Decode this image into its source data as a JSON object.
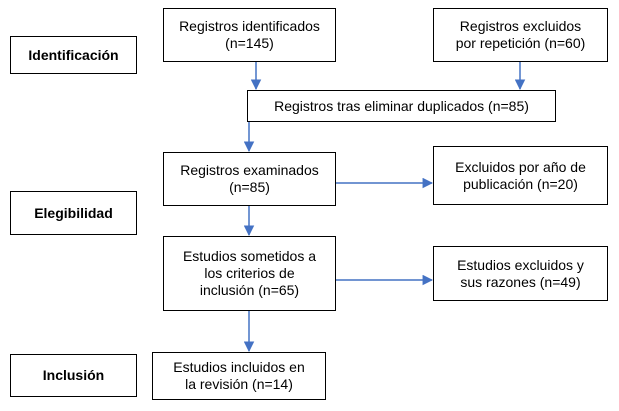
{
  "phases": {
    "identification": "Identificación",
    "eligibility": "Elegibilidad",
    "inclusion": "Inclusión"
  },
  "boxes": {
    "identified": "Registros identificados\n(n=145)",
    "excluded_repetition": "Registros excluidos\npor repetición (n=60)",
    "after_duplicates": "Registros tras eliminar duplicados (n=85)",
    "screened": "Registros examinados\n(n=85)",
    "excluded_year": "Excluidos por año de\npublicación (n=20)",
    "criteria": "Estudios sometidos a\nlos criterios de\ninclusión (n=65)",
    "excluded_reasons": "Estudios excluidos y\nsus razones (n=49)",
    "included": "Estudios incluidos en\nla revisión (n=14)"
  },
  "colors": {
    "arrow": "#4472C4",
    "border": "#000000",
    "text": "#000000"
  }
}
